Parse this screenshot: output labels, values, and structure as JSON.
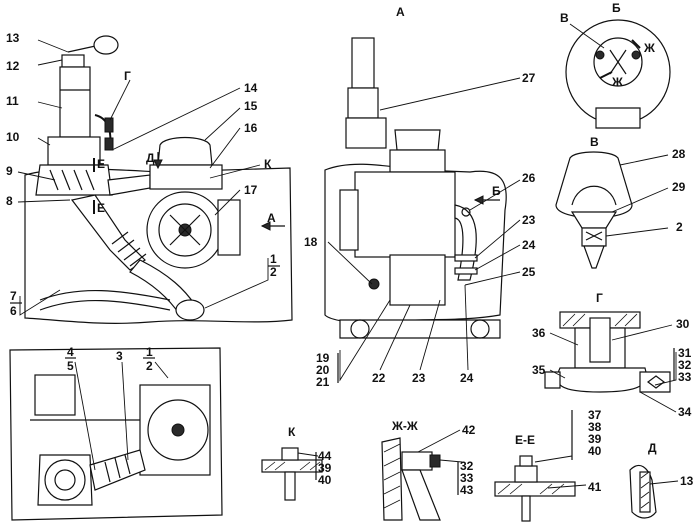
{
  "views": {
    "a": "А",
    "b": "Б",
    "v": "В",
    "g": "Г",
    "k": "К",
    "zh": "Ж-Ж",
    "ee": "Е-Е",
    "d": "Д"
  },
  "marks": {
    "g_top": "Г",
    "d_left": "Д",
    "k_right": "К",
    "e_upper": "Е",
    "e_lower": "Е",
    "a_arrow": "А",
    "b_arrow": "Б",
    "zh_upper": "Ж",
    "zh_lower": "Ж",
    "v_small": "В"
  },
  "callouts": {
    "c13": "13",
    "c12": "12",
    "c11": "11",
    "c10": "10",
    "c9": "9",
    "c8": "8",
    "c14": "14",
    "c15": "15",
    "c16": "16",
    "c17": "17",
    "c1": "1",
    "c2": "2",
    "c7": "7",
    "c6": "6",
    "c27": "27",
    "c26": "26",
    "c23a": "23",
    "c24a": "24",
    "c25": "25",
    "c18": "18",
    "c19": "19",
    "c20": "20",
    "c21": "21",
    "c22": "22",
    "c23b": "23",
    "c24b": "24",
    "c28": "28",
    "c29": "29",
    "c2b": "2",
    "c30": "30",
    "c36": "36",
    "c35": "35",
    "c31": "31",
    "c32": "32",
    "c33": "33",
    "c34": "34",
    "c4": "4",
    "c5": "5",
    "c3": "3",
    "c1b": "1",
    "c2c": "2",
    "c44": "44",
    "c39a": "39",
    "c40a": "40",
    "c42": "42",
    "c32b": "32",
    "c33b": "33",
    "c43": "43",
    "c37": "37",
    "c38": "38",
    "c39b": "39",
    "c40b": "40",
    "c41": "41",
    "c13b": "13"
  }
}
